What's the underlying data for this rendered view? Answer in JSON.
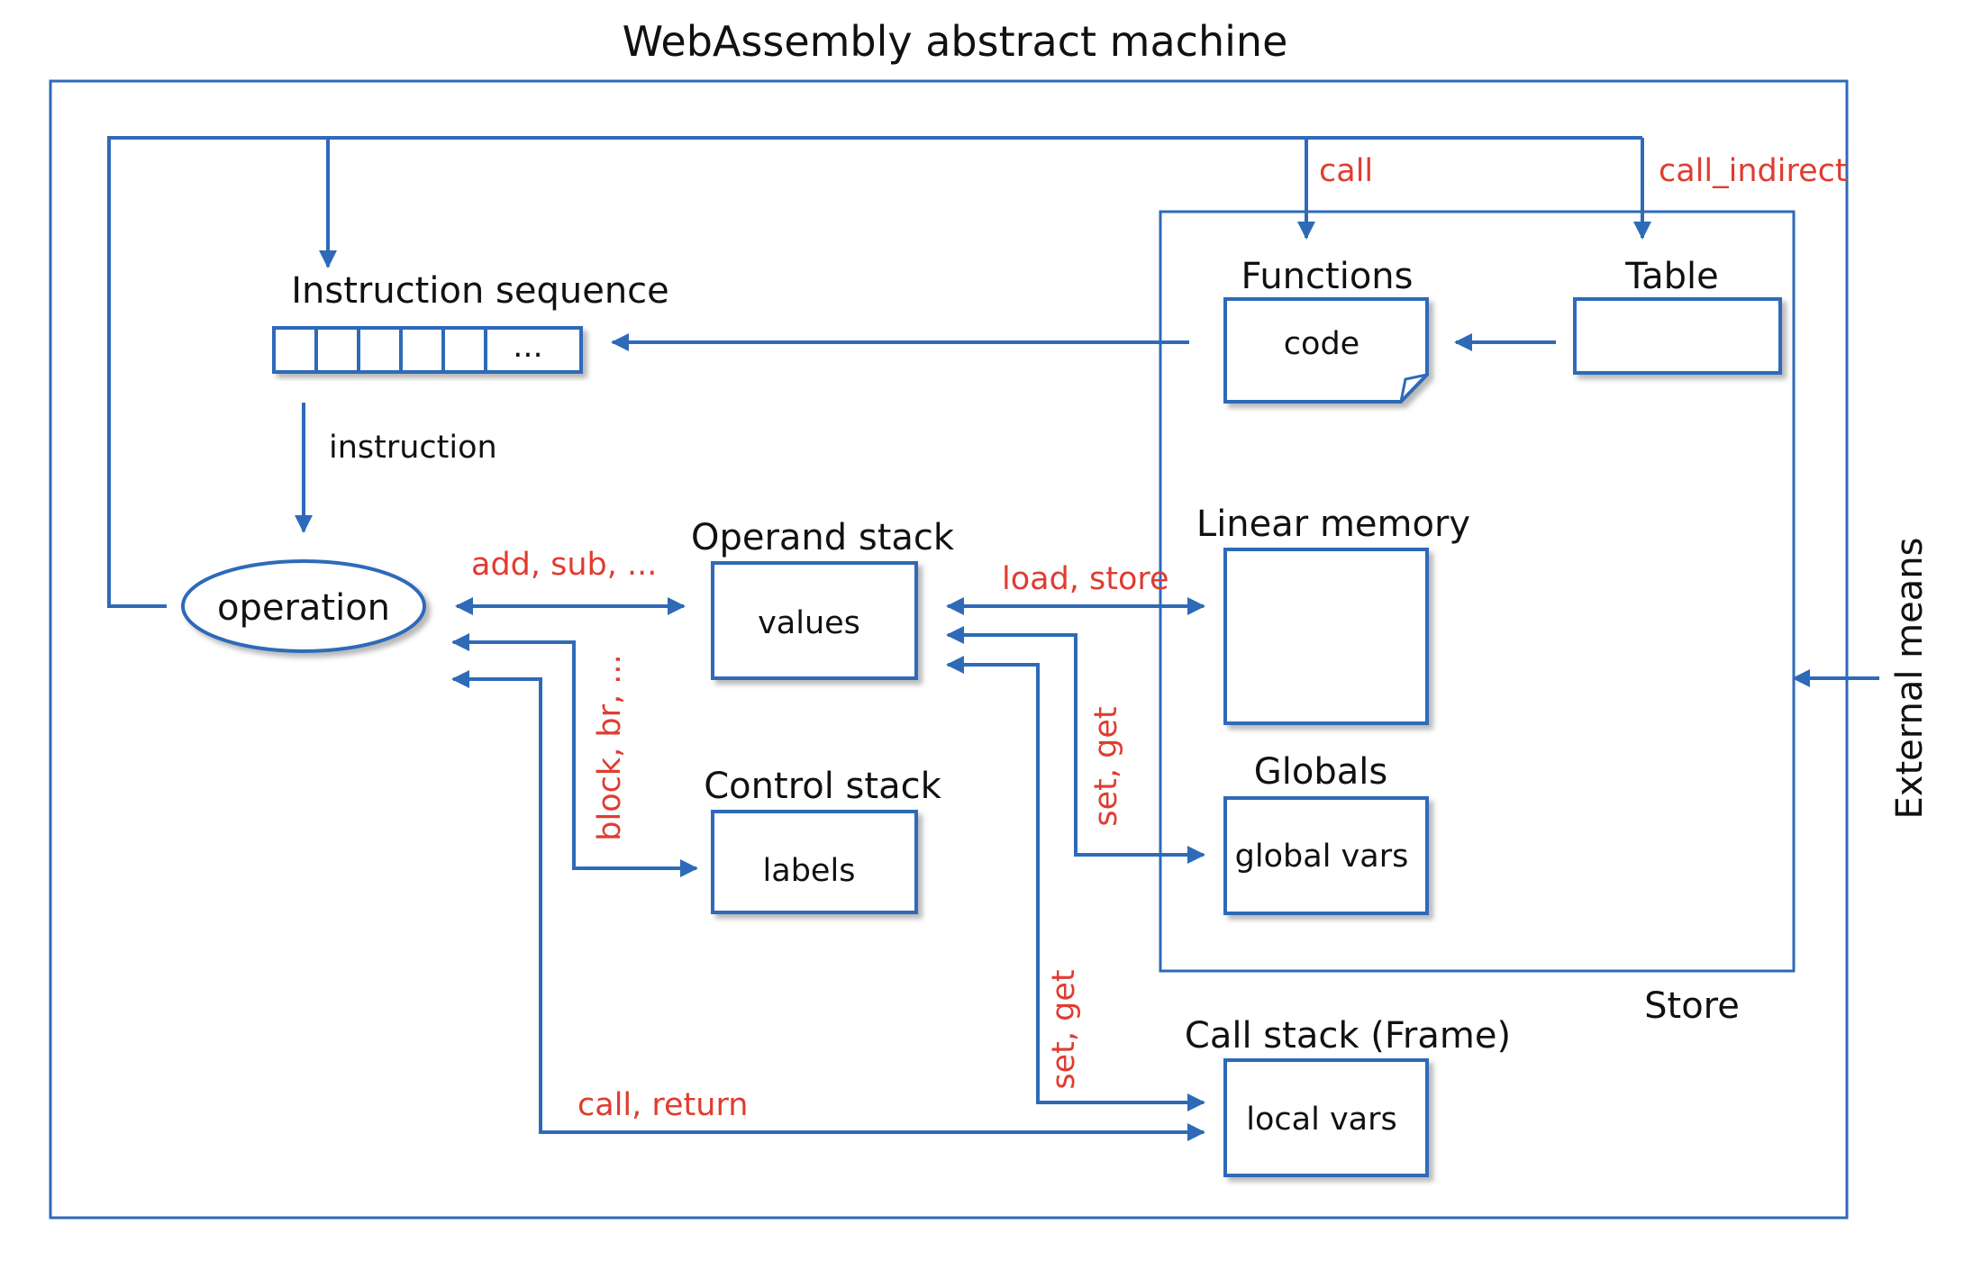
{
  "title": "WebAssembly abstract machine",
  "colors": {
    "line": "#2e6ab8",
    "edge_label": "#e03c31",
    "text": "#111111",
    "background": "#ffffff"
  },
  "components": {
    "instruction_sequence": {
      "label": "Instruction sequence",
      "cell_text": "..."
    },
    "operation": {
      "label": "operation"
    },
    "operand_stack": {
      "label": "Operand stack",
      "content": "values"
    },
    "control_stack": {
      "label": "Control stack",
      "content": "labels"
    },
    "call_stack": {
      "label": "Call stack (Frame)",
      "content": "local vars"
    },
    "store": {
      "label": "Store",
      "functions": {
        "label": "Functions",
        "content": "code"
      },
      "table": {
        "label": "Table"
      },
      "linear_memory": {
        "label": "Linear memory"
      },
      "globals": {
        "label": "Globals",
        "content": "global vars"
      }
    },
    "external": {
      "label": "External means"
    }
  },
  "edges": {
    "instruction": "instruction",
    "add_sub": "add, sub, ...",
    "block_br": "block, br, ...",
    "call_return": "call, return",
    "load_store": "load, store",
    "set_get_globals": "set, get",
    "set_get_locals": "set, get",
    "call": "call",
    "call_indirect": "call_indirect"
  }
}
